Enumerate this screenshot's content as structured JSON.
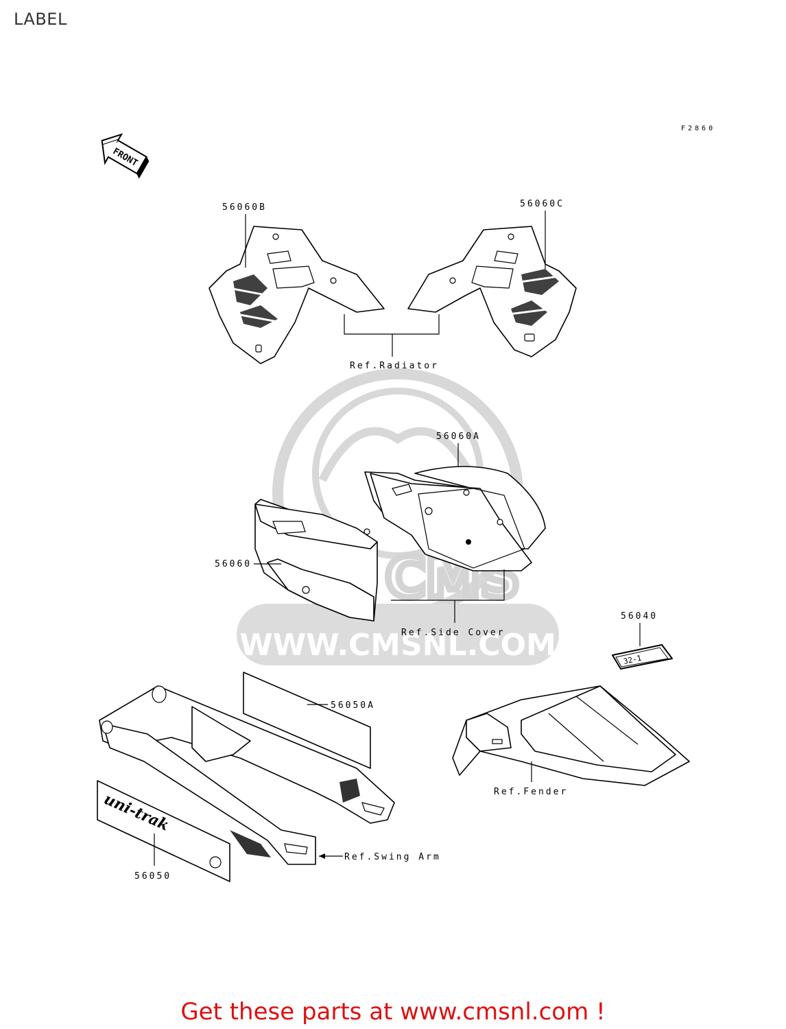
{
  "page": {
    "title": "LABEL"
  },
  "diagram": {
    "figure_code": "F2860",
    "front_arrow": "FRONT",
    "callouts": {
      "p56060B": "56060B",
      "p56060C": "56060C",
      "ref_radiator": "Ref.Radiator",
      "p56060A": "56060A",
      "p56060": "56060",
      "ref_side_cover": "Ref.Side Cover",
      "p56040": "56040",
      "p56050A": "56050A",
      "ref_fender": "Ref.Fender",
      "ref_swing_arm": "Ref.Swing Arm",
      "p56050": "56050"
    },
    "sticker_text": "32-1",
    "swingarm_decal_text": "uni-trak",
    "watermark": "WWW.CMSNL.COM",
    "watermark_logo": "CMS"
  },
  "footer": {
    "cta": "Get these parts at www.cmsnl.com !"
  },
  "colors": {
    "cta": "#dd1111",
    "watermark": "#d8d8d8",
    "line": "#000000"
  }
}
